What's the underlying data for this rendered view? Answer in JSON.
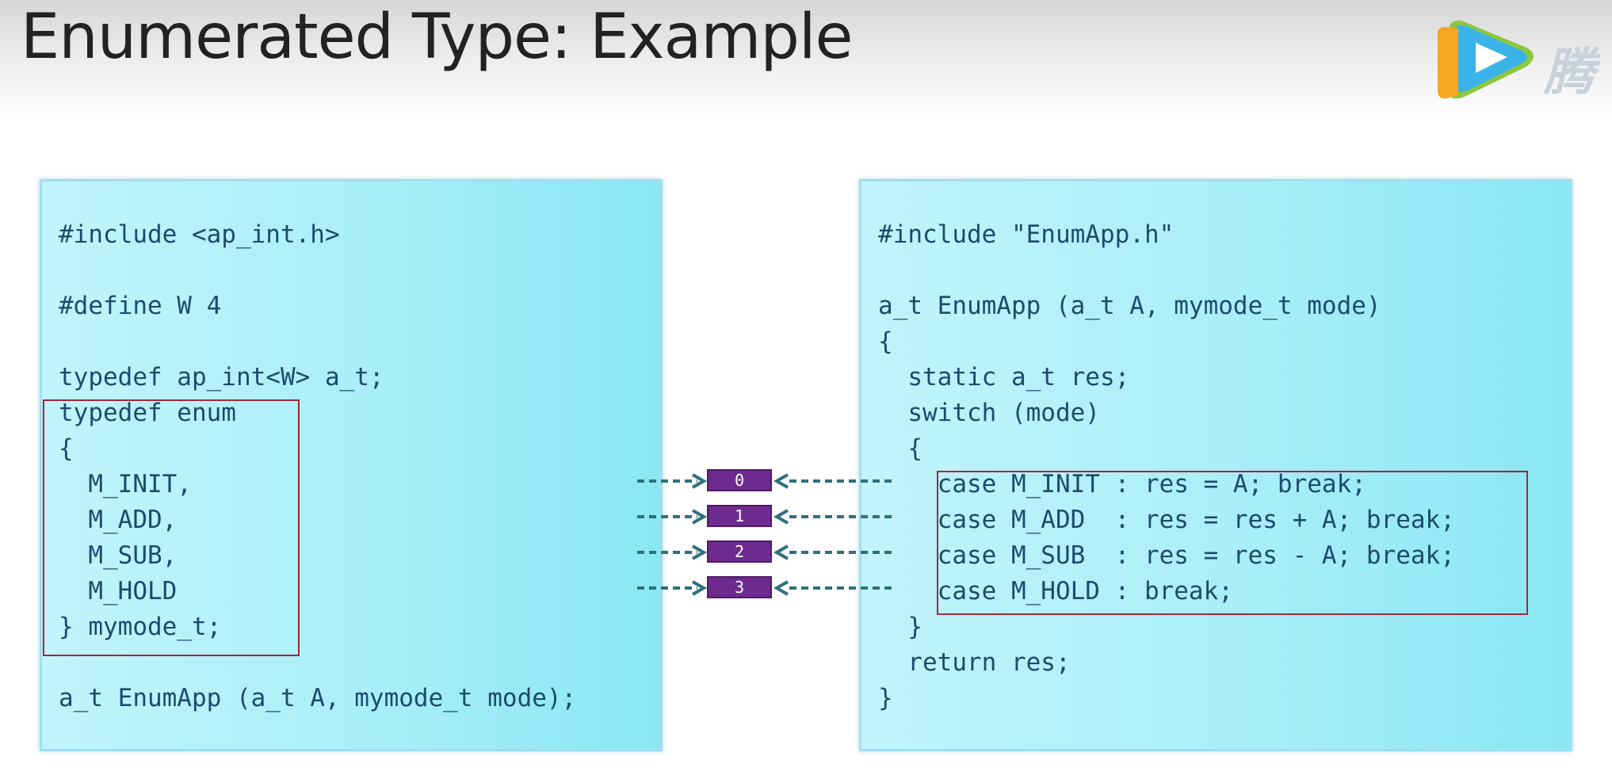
{
  "title": "Enumerated Type: Example",
  "logo": {
    "text": "腾",
    "icon": "play-logo-icon",
    "colors": [
      "#f5a623",
      "#3ab4e8",
      "#8dc63f"
    ]
  },
  "left_code": [
    "#include <ap_int.h>",
    "",
    "#define W 4",
    "",
    "typedef ap_int<W> a_t;",
    "typedef enum",
    "{",
    "  M_INIT,",
    "  M_ADD,",
    "  M_SUB,",
    "  M_HOLD",
    "} mymode_t;",
    "",
    "a_t EnumApp (a_t A, mymode_t mode);"
  ],
  "right_code": [
    "#include \"EnumApp.h\"",
    "",
    "a_t EnumApp (a_t A, mymode_t mode)",
    "{",
    "  static a_t res;",
    "  switch (mode)",
    "  {",
    "    case M_INIT : res = A; break;",
    "    case M_ADD  : res = res + A; break;",
    "    case M_SUB  : res = res - A; break;",
    "    case M_HOLD : break;",
    "  }",
    "  return res;",
    "}"
  ],
  "enum_values": [
    "0",
    "1",
    "2",
    "3"
  ],
  "colors": {
    "code_text": "#1c4b6e",
    "panel_bg": "#a8eef8",
    "highlight_border": "#9e2a3b",
    "chip_fill": "#6e2b8f",
    "arrow": "#2e7080"
  }
}
